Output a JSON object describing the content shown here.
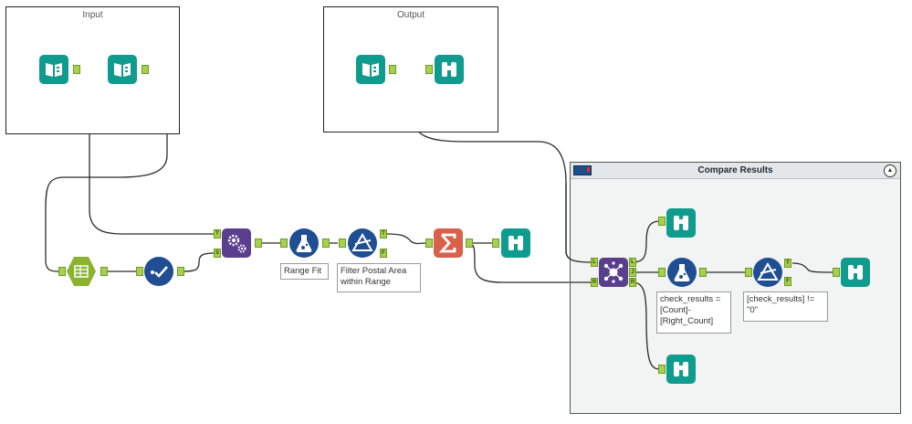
{
  "containers": {
    "input": {
      "title": "Input"
    },
    "output": {
      "title": "Output"
    },
    "compare": {
      "title": "Compare Results",
      "collapse_icon": "chevron-up-icon"
    }
  },
  "annotations": {
    "range_fit": "Range Fit",
    "filter_postal": "Filter Postal Area within Range",
    "check_results": "check_results = [Count]-[Right_Count]",
    "check_filter": "[check_results] != \"0\""
  },
  "anchors": {
    "true": "T",
    "false": "F",
    "left": "L",
    "join": "J",
    "right": "R",
    "source": "S"
  },
  "tools": [
    {
      "id": "input-1",
      "icon": "book-icon"
    },
    {
      "id": "input-2",
      "icon": "book-icon"
    },
    {
      "id": "output-input",
      "icon": "book-icon"
    },
    {
      "id": "output-browse",
      "icon": "binoculars-icon"
    },
    {
      "id": "summarize-hex",
      "icon": "table-icon"
    },
    {
      "id": "select",
      "icon": "checkmark-icon"
    },
    {
      "id": "append-fields",
      "icon": "gears-icon"
    },
    {
      "id": "formula-1",
      "icon": "flask-icon"
    },
    {
      "id": "filter-1",
      "icon": "filter-icon"
    },
    {
      "id": "summarize",
      "icon": "sigma-icon"
    },
    {
      "id": "browse-1",
      "icon": "binoculars-icon"
    },
    {
      "id": "join",
      "icon": "join-icon"
    },
    {
      "id": "browse-l",
      "icon": "binoculars-icon"
    },
    {
      "id": "formula-2",
      "icon": "flask-icon"
    },
    {
      "id": "filter-2",
      "icon": "filter-icon"
    },
    {
      "id": "browse-t",
      "icon": "binoculars-icon"
    },
    {
      "id": "browse-r",
      "icon": "binoculars-icon"
    }
  ]
}
